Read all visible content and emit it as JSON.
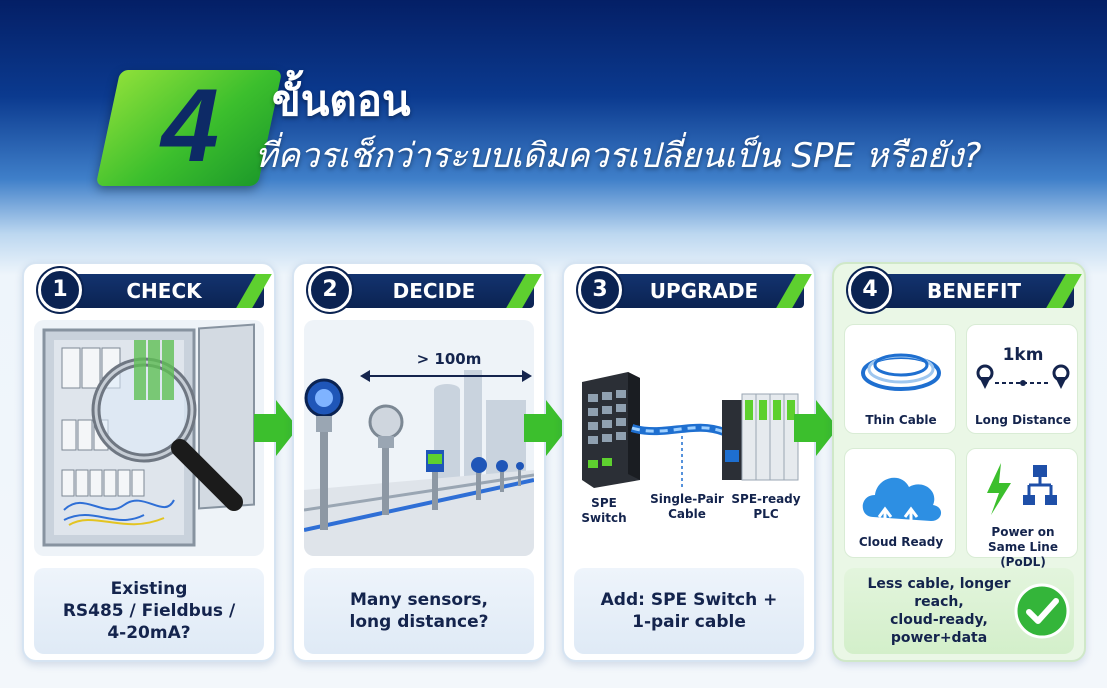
{
  "header": {
    "badge_number": "4",
    "title": "ขั้นตอน",
    "subtitle": "ที่ควรเช็กว่าระบบเดิมควรเปลี่ยนเป็น SPE หรือยัง?"
  },
  "steps": [
    {
      "number": "1",
      "label": "CHECK",
      "caption": [
        "Existing",
        "RS485 / Fieldbus /",
        "4-20mA?"
      ]
    },
    {
      "number": "2",
      "label": "DECIDE",
      "distance": "> 100m",
      "caption": [
        "Many sensors,",
        "long distance?"
      ]
    },
    {
      "number": "3",
      "label": "UPGRADE",
      "switch_label": [
        "SPE",
        "Switch"
      ],
      "cable_label": [
        "Single-Pair",
        "Cable"
      ],
      "plc_label": [
        "SPE-ready",
        "PLC"
      ],
      "caption": [
        "Add: SPE Switch +",
        "1-pair cable"
      ]
    },
    {
      "number": "4",
      "label": "BENEFIT",
      "tiles": {
        "thin_cable": "Thin Cable",
        "distance_value": "1km",
        "long_distance": "Long Distance",
        "cloud": "Cloud Ready",
        "power": [
          "Power on",
          "Same Line (PoDL)"
        ]
      },
      "caption": [
        "Less cable, longer reach,",
        "cloud-ready, power+data"
      ]
    }
  ],
  "colors": {
    "navy": "#0b2352",
    "green": "#3cbf2d",
    "accent_blue": "#1e6fd0"
  },
  "icons": [
    "magnifier-icon",
    "sensor-icon",
    "switch-icon",
    "plc-icon",
    "cable-icon",
    "pin-icon",
    "cloud-upload-icon",
    "lightning-icon",
    "network-icon",
    "checkmark-icon",
    "arrow-right-icon"
  ]
}
